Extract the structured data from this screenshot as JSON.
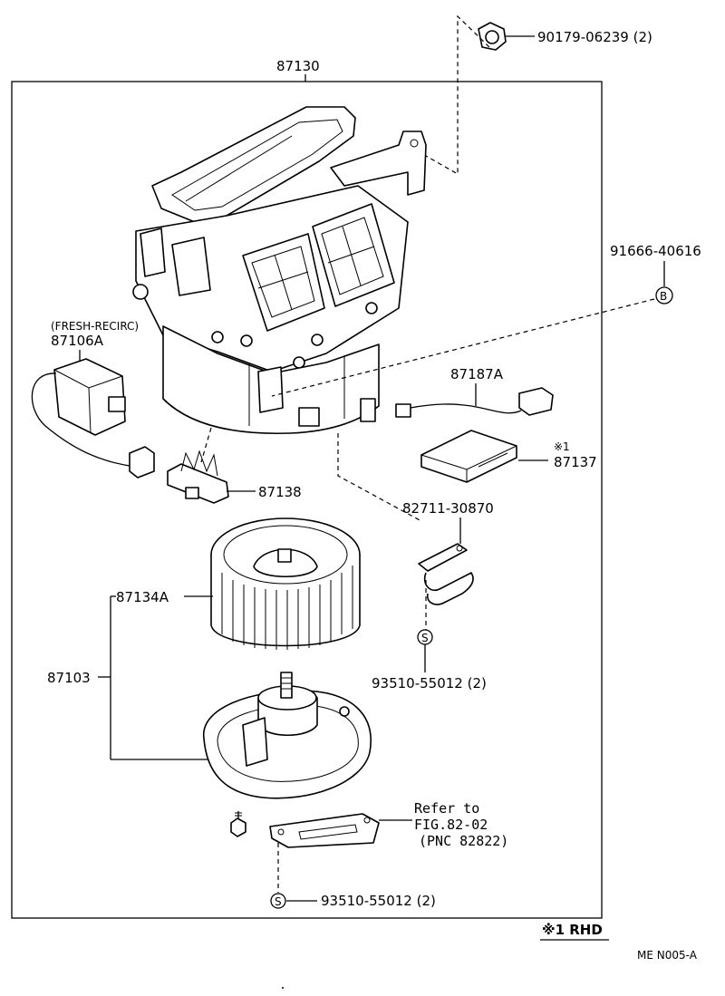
{
  "callouts": {
    "nut": "90179-06239 (2)",
    "case": "87130",
    "bolt_b": "91666-40616",
    "servo_note": "(FRESH-RECIRC)",
    "servo": "87106A",
    "wire": "87187A",
    "filter_note": "※1",
    "filter": "87137",
    "resistor": "87138",
    "clamp": "82711-30870",
    "fan": "87134A",
    "motor": "87103",
    "screw_upper": "93510-55012 (2)",
    "screw_lower": "93510-55012 (2)",
    "refer_line1": "Refer to",
    "refer_line2": "FIG.82-02",
    "refer_line3": "(PNC 82822)"
  },
  "symbols": {
    "b": "B",
    "s_upper": "S",
    "s_lower": "S"
  },
  "legend": {
    "rhd": "※1 RHD"
  },
  "footer": {
    "code": "ME  N005-A"
  }
}
